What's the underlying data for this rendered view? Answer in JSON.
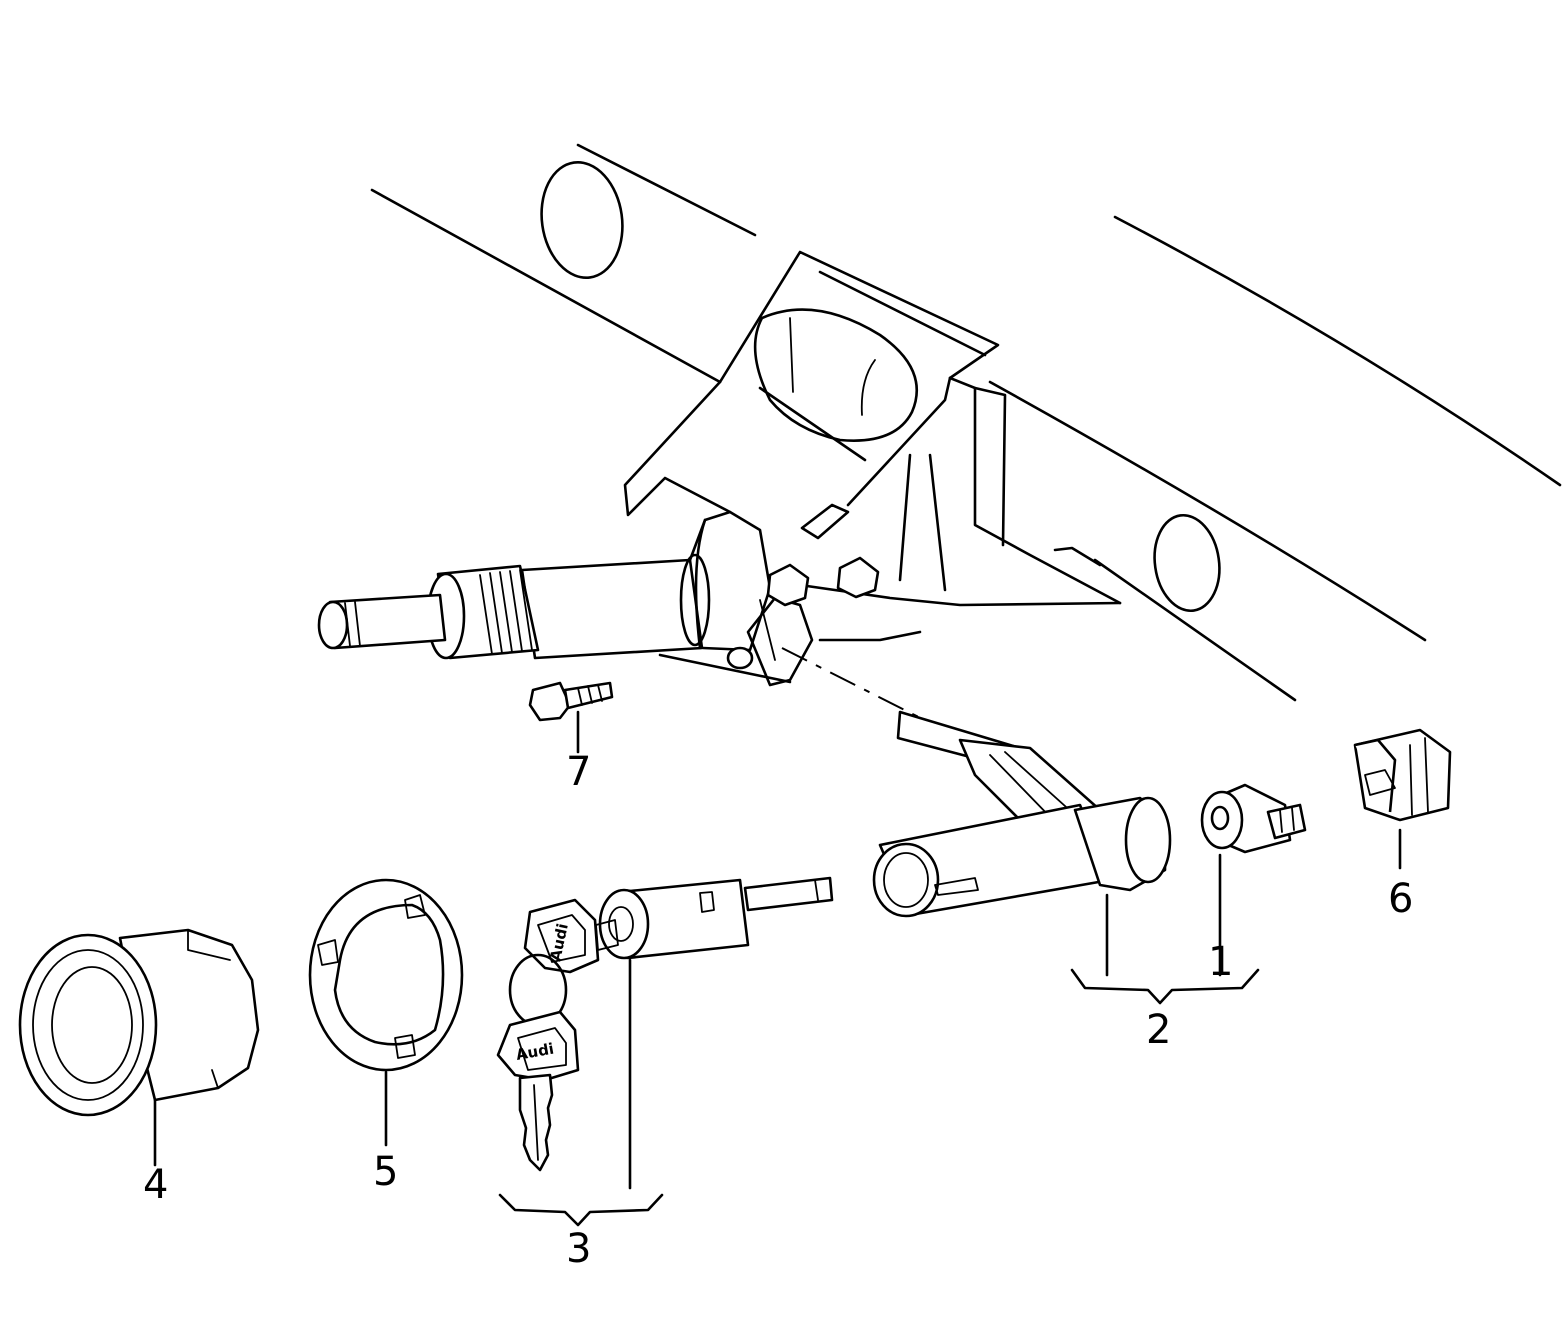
{
  "parts": [
    {
      "id": "part-1",
      "number": "1"
    },
    {
      "id": "part-2",
      "number": "2"
    },
    {
      "id": "part-3",
      "number": "3"
    },
    {
      "id": "part-4",
      "number": "4"
    },
    {
      "id": "part-5",
      "number": "5"
    },
    {
      "id": "part-6",
      "number": "6"
    },
    {
      "id": "part-7",
      "number": "7"
    }
  ],
  "key_brand": "Audi"
}
